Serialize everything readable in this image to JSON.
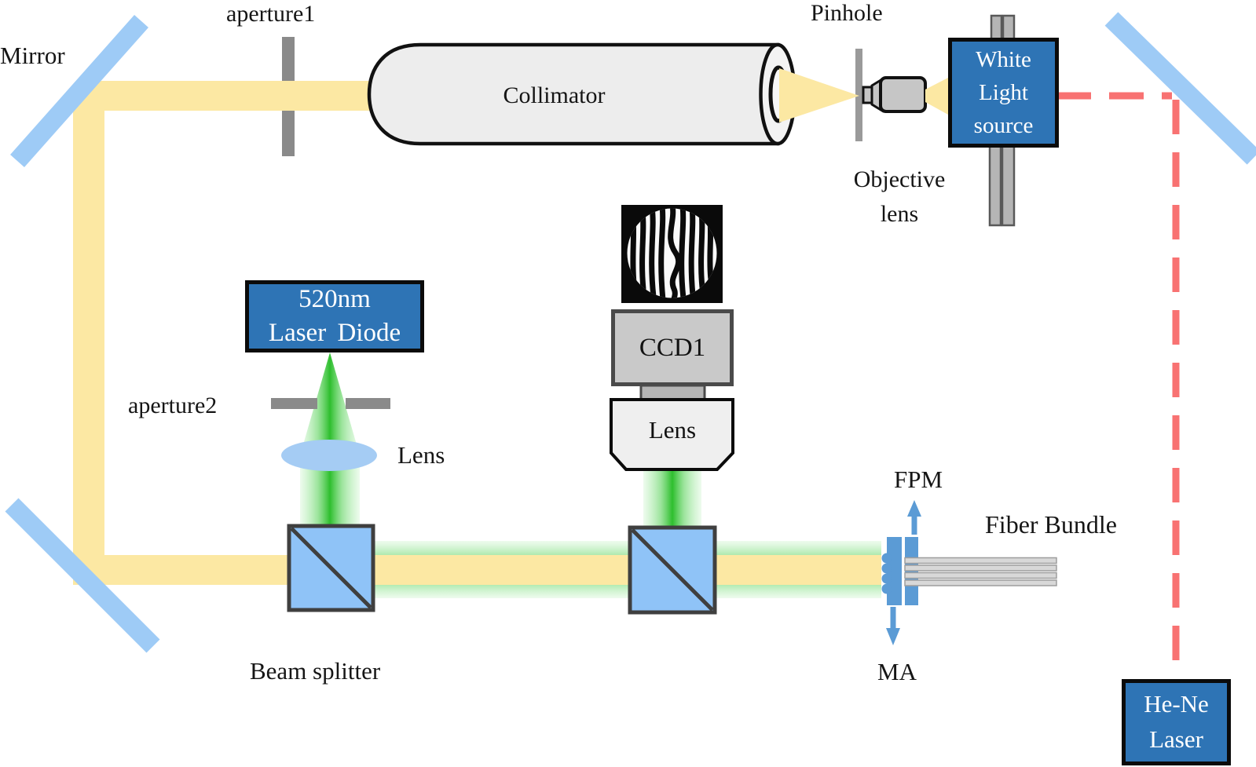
{
  "figure": {
    "type": "optical-setup-diagram"
  },
  "colors": {
    "component_box": "#2E74B5",
    "mirror_blue": "#9ECBF6",
    "beam_yellow": "#FCE8A3",
    "beam_green": "#2EC22E",
    "beam_red": "#F87272",
    "splitter_blue": "#8FC3F7",
    "ma_blue": "#5B9BD5",
    "aperture_gray": "#8A8A8A"
  },
  "labels": {
    "mirror": "Mirror",
    "aperture1": "aperture1",
    "collimator": "Collimator",
    "pinhole": "Pinhole",
    "objective_lens": "Objective\nlens",
    "white_light_source": "White\nLight\nsource",
    "laser_diode": "520nm\nLaser Diode",
    "aperture2": "aperture2",
    "focusing_lens": "Lens",
    "ccd1": "CCD1",
    "camera_lens": "Lens",
    "beam_splitter": "Beam splitter",
    "fpm": "FPM",
    "ma": "MA",
    "fiber_bundle": "Fiber Bundle",
    "hene_laser": "He-Ne\nLaser"
  }
}
